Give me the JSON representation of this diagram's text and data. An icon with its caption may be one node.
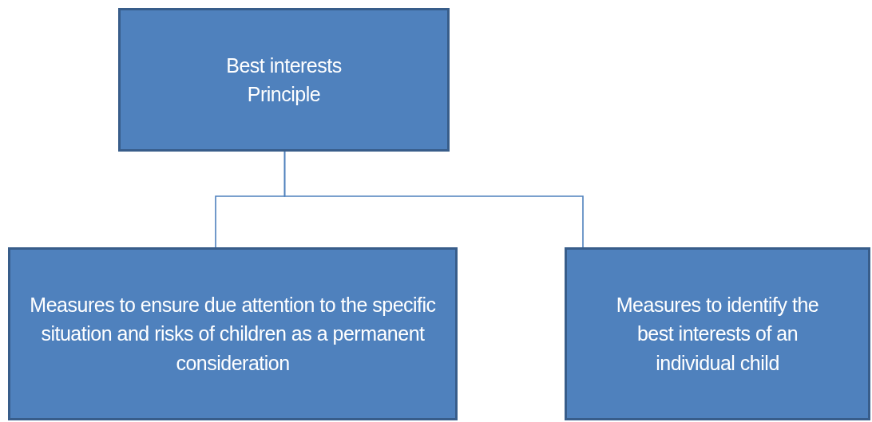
{
  "diagram": {
    "nodes": [
      {
        "text": [
          "Best interests Principle"
        ]
      },
      {
        "text": [
          "Measures to ensure due attention to the specific situation and risks of children as a permanent consideration"
        ]
      },
      {
        "text": [
          "Measures to identify the best interests of an individual child"
        ]
      }
    ],
    "edges": [
      {
        "from": 0,
        "to": 1,
        "arrow": "none"
      },
      {
        "from": 0,
        "to": 2,
        "arrow": "none"
      }
    ]
  }
}
